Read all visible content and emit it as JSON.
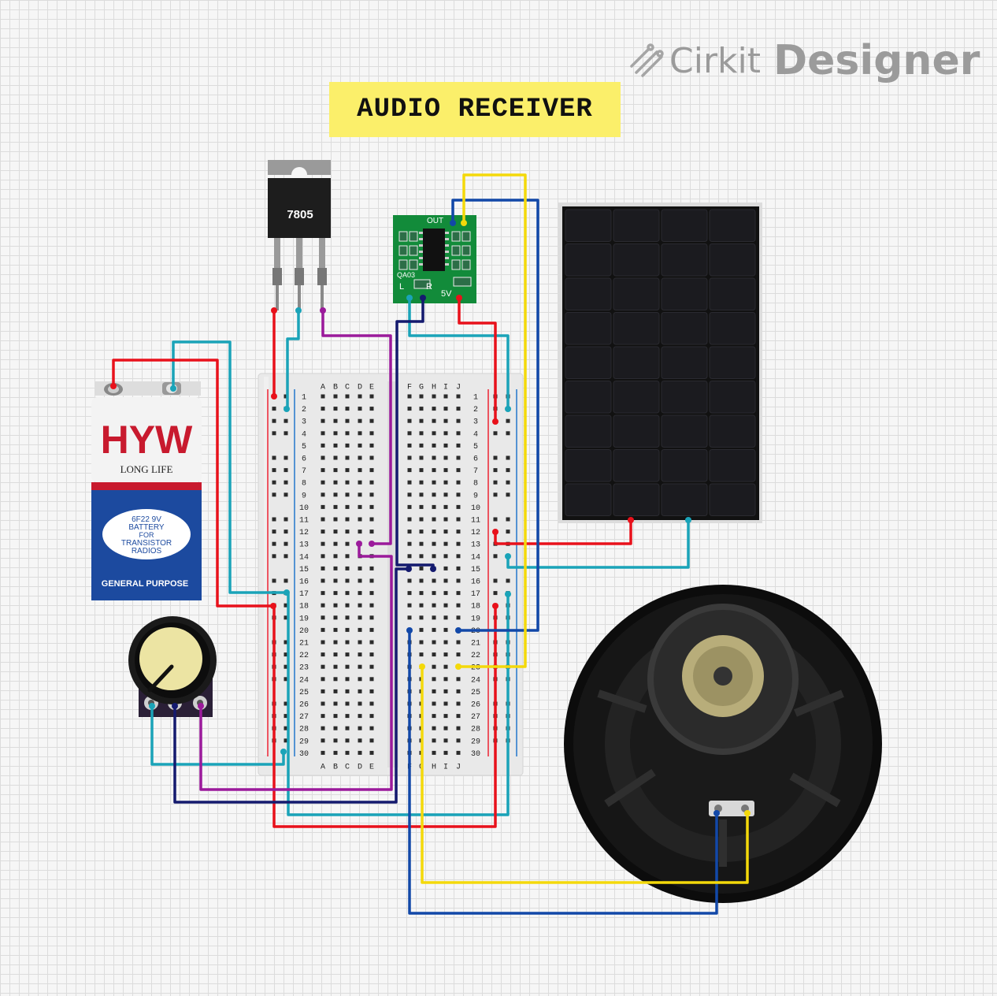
{
  "branding": {
    "name_light": "Cirkit",
    "name_bold": "Designer"
  },
  "title": "AUDIO RECEIVER",
  "components": {
    "regulator": {
      "label": "7805"
    },
    "battery": {
      "brand": "HYW",
      "tagline": "LONG LIFE",
      "line1": "6F22 9V",
      "line2": "BATTERY",
      "line3": "FOR",
      "line4": "TRANSISTOR",
      "line5": "RADIOS",
      "footer": "GENERAL PURPOSE"
    },
    "amplifier": {
      "out": "OUT",
      "model": "QA03",
      "left": "L",
      "right": "R",
      "power": "5V"
    }
  },
  "breadboard": {
    "left_columns": [
      "A",
      "B",
      "C",
      "D",
      "E"
    ],
    "right_columns": [
      "F",
      "G",
      "H",
      "I",
      "J"
    ],
    "rows": 30
  },
  "colors": {
    "red": "#e8111b",
    "teal": "#1aa3b8",
    "purple": "#9b1a9b",
    "navy": "#141a6e",
    "blue": "#1248a8",
    "yellow": "#f4d90a"
  }
}
